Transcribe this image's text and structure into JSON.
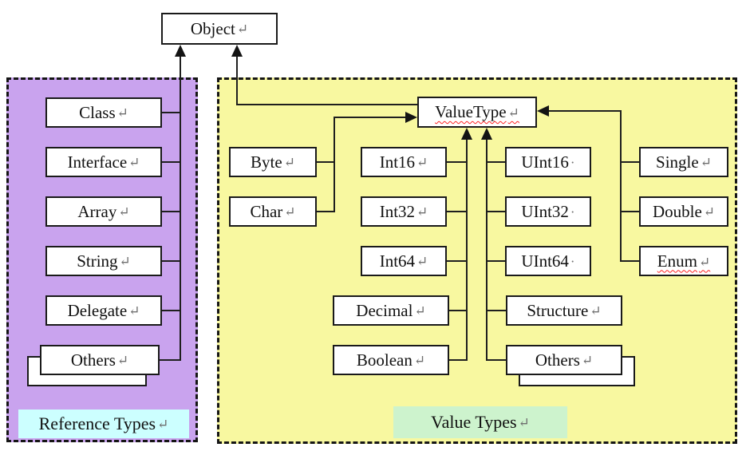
{
  "diagram": {
    "title_semantics": "CLR type hierarchy diagram",
    "root": {
      "label": "Object",
      "mark": "↵"
    },
    "reference": {
      "region_label": {
        "text": "Reference Types",
        "mark": "↵"
      },
      "items": [
        {
          "label": "Class",
          "mark": "↵"
        },
        {
          "label": "Interface",
          "mark": "↵"
        },
        {
          "label": "Array",
          "mark": "↵"
        },
        {
          "label": "String",
          "mark": "↵"
        },
        {
          "label": "Delegate",
          "mark": "↵"
        },
        {
          "label": "Others",
          "mark": "↵"
        }
      ]
    },
    "value": {
      "region_label": {
        "text": "Value Types",
        "mark": "↵"
      },
      "valuetype": {
        "label": "ValueType",
        "mark": "↵",
        "misspelled": true
      },
      "col1": [
        {
          "label": "Byte",
          "mark": "↵"
        },
        {
          "label": "Char",
          "mark": "↵"
        }
      ],
      "col2": [
        {
          "label": "Int16",
          "mark": "↵"
        },
        {
          "label": "Int32",
          "mark": "↵"
        },
        {
          "label": "Int64",
          "mark": "↵"
        },
        {
          "label": "Decimal",
          "mark": "↵"
        },
        {
          "label": "Boolean",
          "mark": "↵"
        }
      ],
      "col3": [
        {
          "label": "UInt16",
          "mark": "·"
        },
        {
          "label": "UInt32",
          "mark": "·"
        },
        {
          "label": "UInt64",
          "mark": "·"
        },
        {
          "label": "Structure",
          "mark": "↵"
        },
        {
          "label": "Others",
          "mark": "↵"
        }
      ],
      "col4": [
        {
          "label": "Single",
          "mark": "↵"
        },
        {
          "label": "Double",
          "mark": "↵"
        },
        {
          "label": "Enum",
          "mark": "↵",
          "misspelled": true
        }
      ]
    },
    "colors": {
      "reference_bg": "#c9a3ee",
      "value_bg": "#f8f8a0",
      "reference_label_bg": "#ccffff",
      "value_label_bg": "#cdf3cd",
      "box_border": "#1a1a1a",
      "line": "#1f1f1f",
      "squiggle": "#ff2222"
    }
  }
}
